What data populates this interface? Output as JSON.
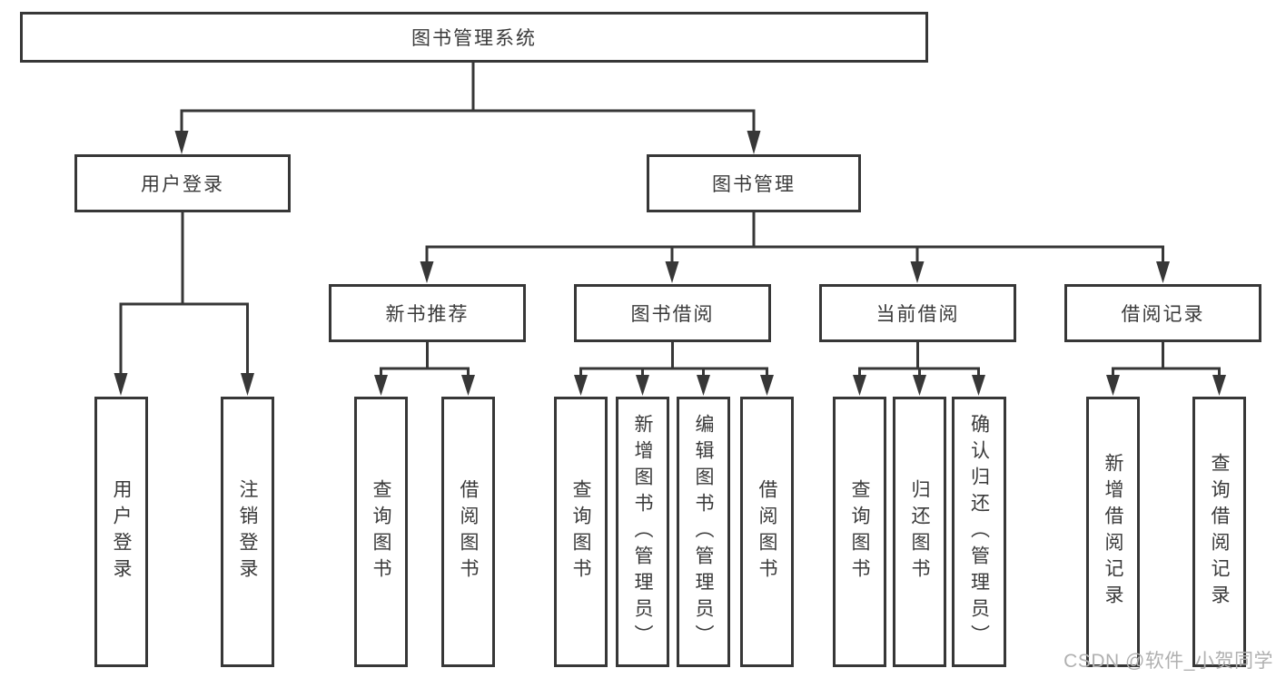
{
  "diagram": {
    "title": "图书管理系统",
    "level2": [
      {
        "label": "用户登录"
      },
      {
        "label": "图书管理"
      }
    ],
    "level3": [
      {
        "label": "新书推荐"
      },
      {
        "label": "图书借阅"
      },
      {
        "label": "当前借阅"
      },
      {
        "label": "借阅记录"
      }
    ],
    "leaves": {
      "user_login": [
        "用户登录",
        "注销登录"
      ],
      "new_books": [
        "查询图书",
        "借阅图书"
      ],
      "book_borrow": [
        "查询图书",
        "新增图书（管理员）",
        "编辑图书（管理员）",
        "借阅图书"
      ],
      "current_borrow": [
        "查询图书",
        "归还图书",
        "确认归还（管理员）"
      ],
      "borrow_records": [
        "新增借阅记录",
        "查询借阅记录"
      ]
    }
  },
  "watermark": {
    "text": "CSDN @软件_小贺同学"
  },
  "colors": {
    "line": "#373737",
    "box_border": "#373737",
    "text": "#3a3a3a",
    "watermark": "#b0b0b0",
    "background": "#ffffff"
  }
}
